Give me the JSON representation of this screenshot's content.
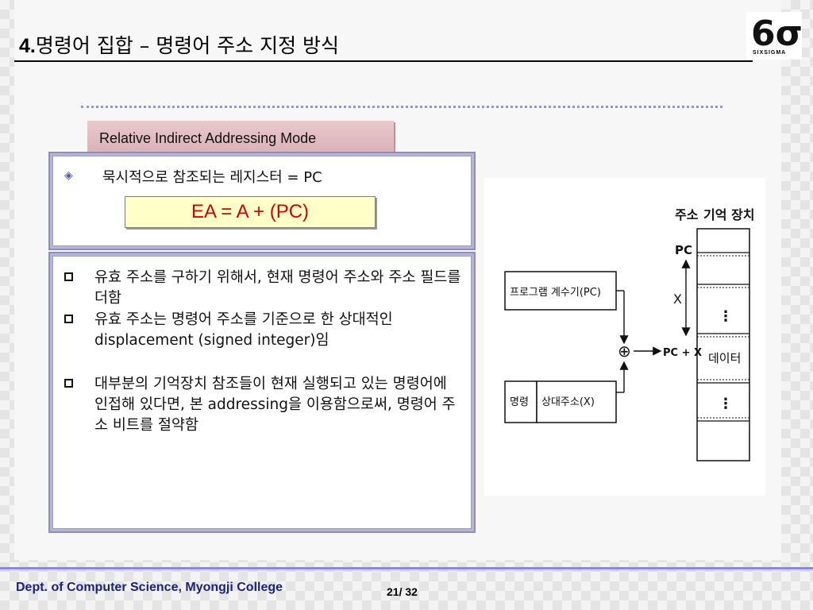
{
  "slide": {
    "title_number": "4.",
    "title_text": "명령어 집합 – 명령어  주소 지정 방식",
    "mode_label": "Relative Indirect  Addressing Mode",
    "register_line": "묵시적으로 참조되는 레지스터 = PC",
    "formula": "EA = A + (PC)",
    "bullets": [
      "유효 주소를 구하기 위해서, 현재 명령어 주소와 주소 필드를 더함",
      "유효 주소는 명령어 주소를 기준으로 한 상대적인 displacement (signed integer)임",
      "대부분의 기억장치 참조들이 현재 실행되고 있는 명령어에 인접해 있다면, 본 addressing을 이용함으로써, 명령어 주소 비트를 절약함"
    ]
  },
  "logo": {
    "mark": "6σ",
    "text": "SIXSIGMA"
  },
  "diagram": {
    "header_address": "주소",
    "header_memory": "기억 장치",
    "pc_label": "PC",
    "x_label": "X",
    "ellipsis": "⋮",
    "data_cell": "데이터",
    "pc_register": "프로그램 계수기(PC)",
    "sum_label": "PC + X",
    "opcode_field": "명령",
    "address_field": "상대주소(X)",
    "adder_symbol": "⊕"
  },
  "footer": {
    "dept": "Dept. of Computer Science, Myongji College",
    "page": "21/ 32"
  },
  "colors": {
    "accent": "#8a8ac4",
    "formula_text": "#d40000",
    "footer_text": "#1a237e"
  }
}
